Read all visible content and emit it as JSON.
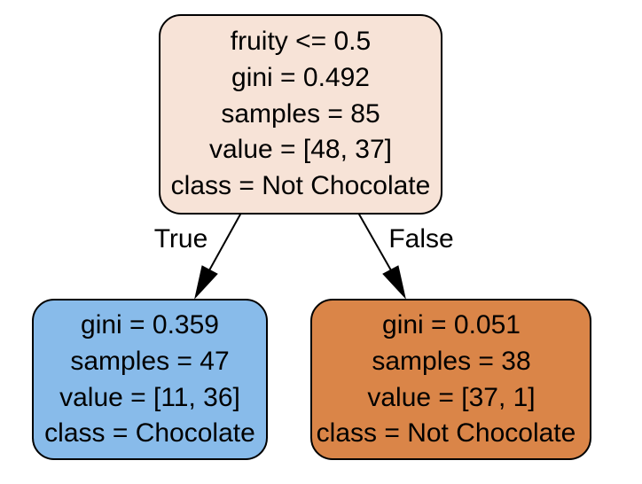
{
  "nodes": {
    "root": {
      "split": "fruity <= 0.5",
      "gini": "gini = 0.492",
      "samples": "samples = 85",
      "value": "value = [48, 37]",
      "class": "class = Not Chocolate",
      "fill_color": "#f7e3d7"
    },
    "left": {
      "gini": "gini = 0.359",
      "samples": "samples = 47",
      "value": "value = [11, 36]",
      "class": "class = Chocolate",
      "fill_color": "#88bbea"
    },
    "right": {
      "gini": "gini = 0.051",
      "samples": "samples = 38",
      "value": "value = [37, 1]",
      "class": "class = Not Chocolate",
      "fill_color": "#da8548"
    }
  },
  "edges": {
    "true_label": "True",
    "false_label": "False"
  }
}
